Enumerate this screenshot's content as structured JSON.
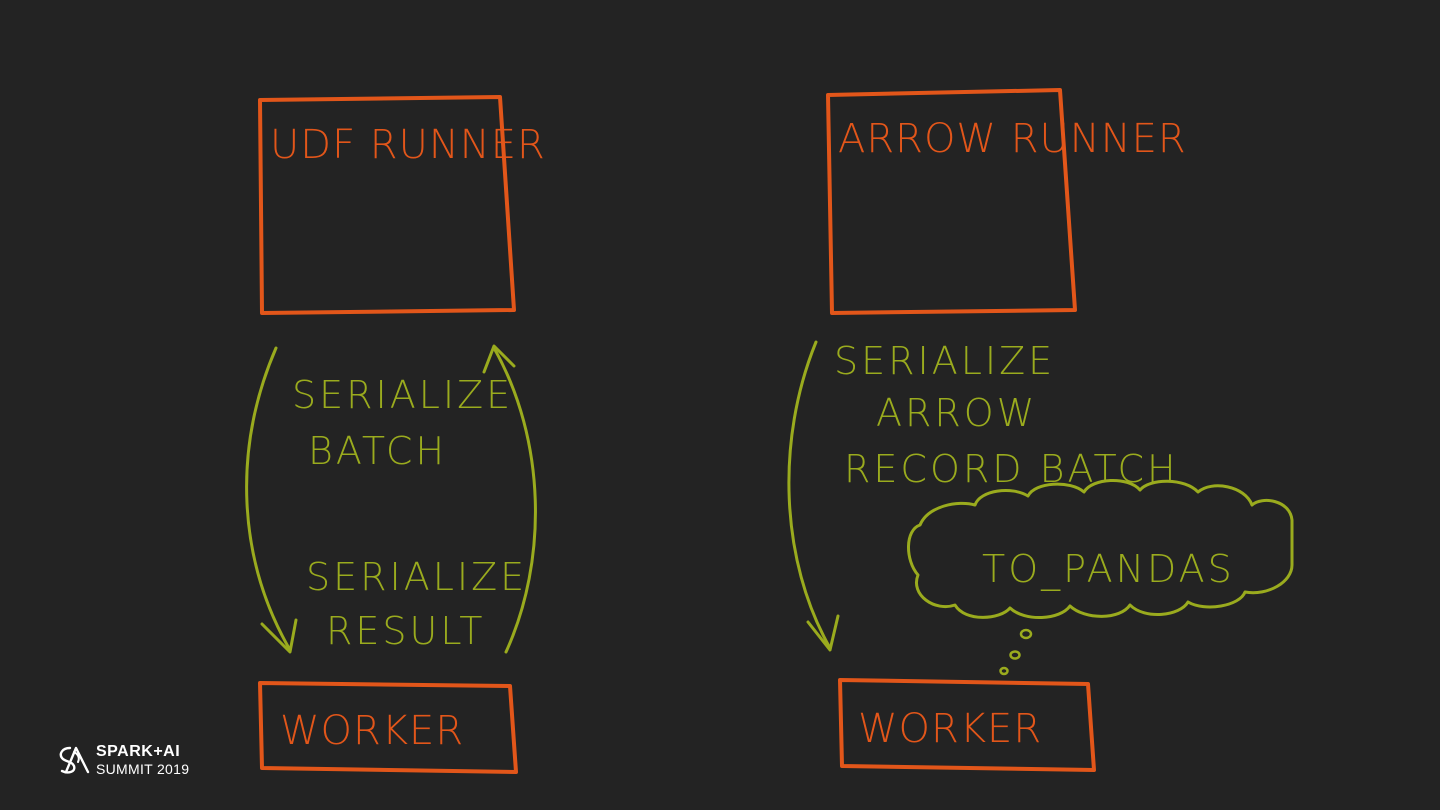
{
  "colors": {
    "background": "#232323",
    "orange": "#e2561a",
    "green": "#9aab1e",
    "logo": "#ffffff"
  },
  "left_flow": {
    "top_box": "UDF RUNNER",
    "label_down_1": "SERIALIZE",
    "label_down_2": "BATCH",
    "label_up_1": "SERIALIZE",
    "label_up_2": "RESULT",
    "bottom_box": "WORKER"
  },
  "right_flow": {
    "top_box": "ARROW RUNNER",
    "label_1": "SERIALIZE",
    "label_2": "ARROW",
    "label_3": "RECORD BATCH",
    "thought": "TO_PANDAS",
    "bottom_box": "WORKER"
  },
  "logo": {
    "line1": "SPARK+AI",
    "line2": "SUMMIT 2019"
  }
}
